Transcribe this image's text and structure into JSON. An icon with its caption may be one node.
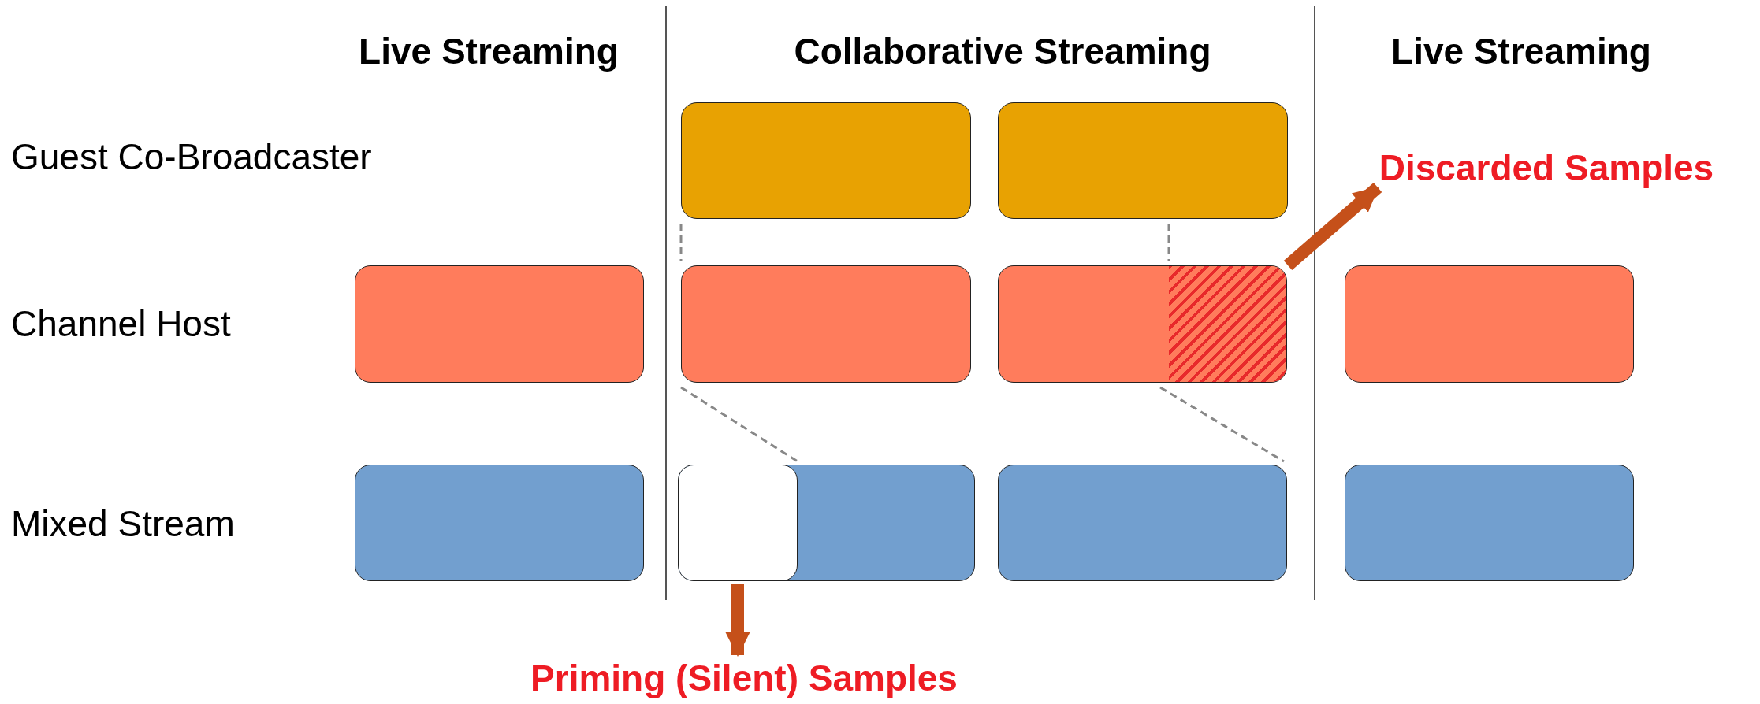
{
  "diagram": {
    "nodes": [
      {
        "text": [],
        "shape": "box"
      },
      {
        "text": [],
        "shape": "box"
      },
      {
        "text": [
          "Discarded Samples"
        ]
      },
      {
        "text": [],
        "shape": "box"
      },
      {
        "text": [],
        "shape": "box"
      },
      {
        "text": [],
        "shape": "box"
      },
      {
        "text": [],
        "shape": "box",
        "in": 5
      },
      {
        "text": [],
        "shape": "box"
      },
      {
        "text": [],
        "shape": "box"
      },
      {
        "text": [],
        "shape": "box"
      },
      {
        "text": [],
        "shape": "box",
        "in": 9
      },
      {
        "text": [],
        "shape": "box"
      },
      {
        "text": [],
        "shape": "box"
      },
      {
        "text": [
          "Priming (Silent) Samples"
        ]
      }
    ],
    "edges": [
      {
        "from": 6,
        "to": 2,
        "arrow": "to",
        "style": "thick",
        "color": "#c5501a"
      },
      {
        "from": 10,
        "to": 13,
        "arrow": "to",
        "style": "thick",
        "color": "#c5501a"
      },
      {
        "from": 0,
        "to": 4,
        "arrow": "none",
        "style": "dashed"
      },
      {
        "from": 1,
        "to": 6,
        "arrow": "none",
        "style": "dashed"
      },
      {
        "from": 4,
        "to": 10,
        "arrow": "none",
        "style": "dashed"
      },
      {
        "from": 5,
        "to": 11,
        "arrow": "none",
        "style": "dashed"
      }
    ],
    "labels": [
      "Live Streaming",
      "Collaborative Streaming",
      "Live Streaming",
      "Guest Co-Broadcaster",
      "Channel Host",
      "Mixed Stream"
    ]
  }
}
